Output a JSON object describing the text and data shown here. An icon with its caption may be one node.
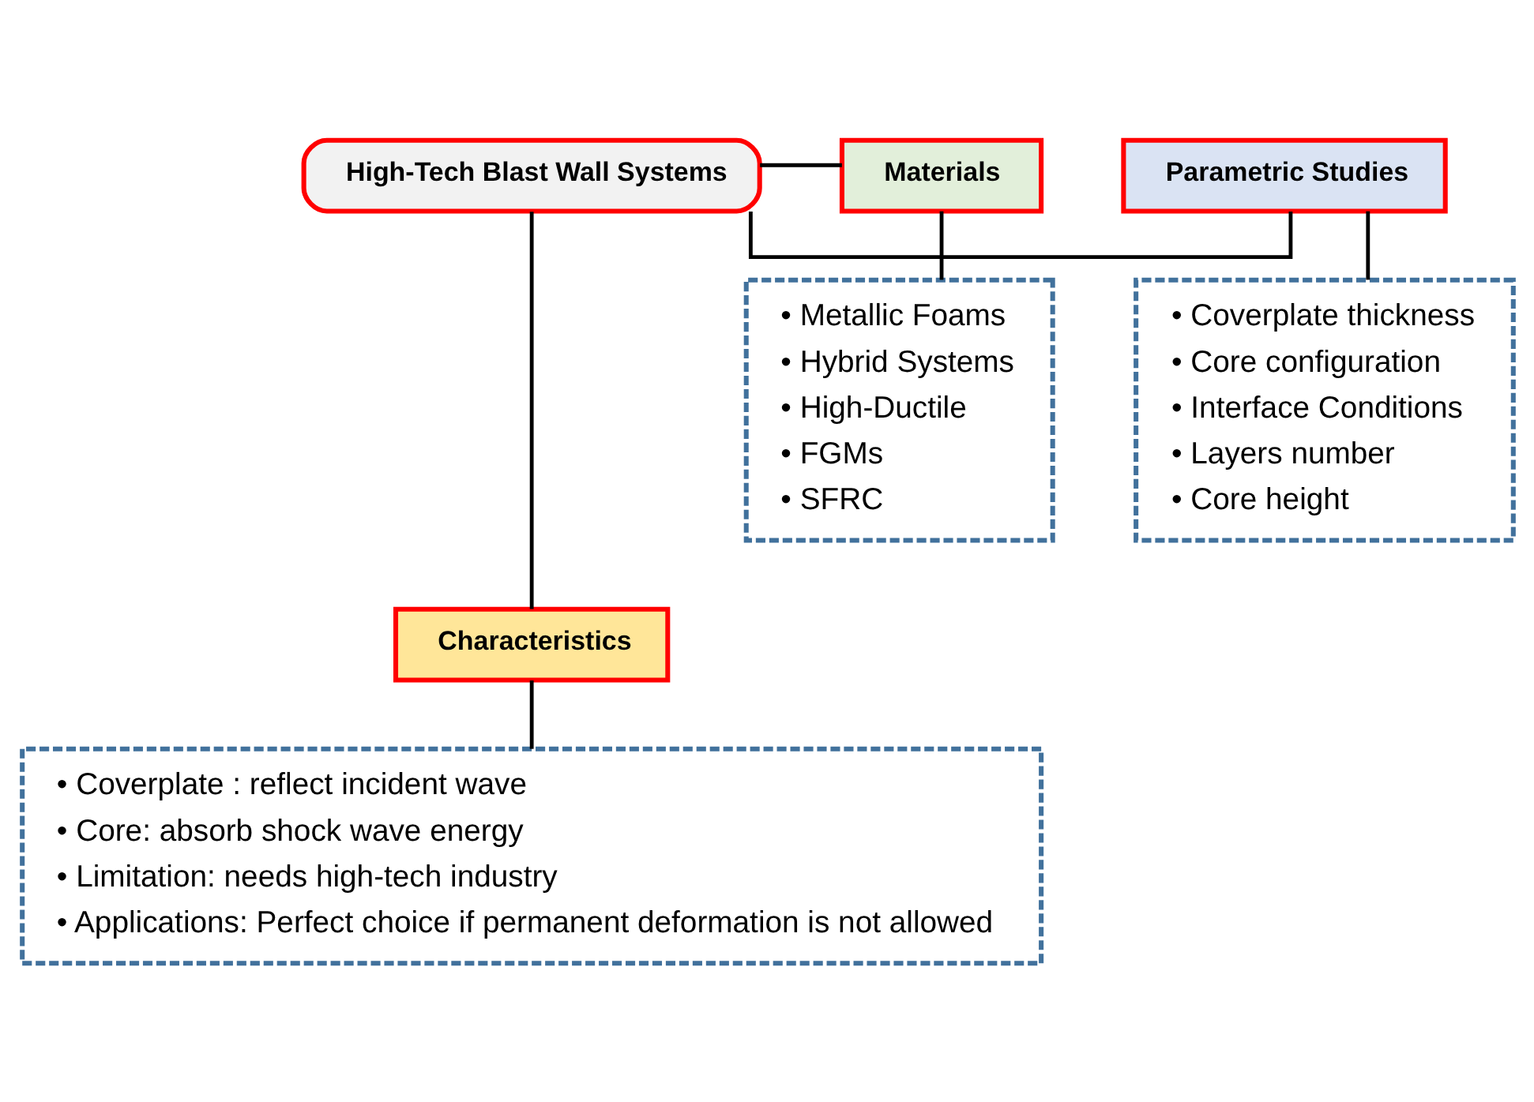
{
  "diagram": {
    "nodes": [
      {
        "text": [
          "High-Tech Blast Wall Systems"
        ]
      },
      {
        "text": [
          "Materials"
        ]
      },
      {
        "text": [
          "Parametric Studies"
        ]
      },
      {
        "text": [
          "Characteristics"
        ]
      },
      {
        "text": [
          "• Metallic Foams",
          "• Hybrid Systems",
          "• High-Ductile",
          "• FGMs",
          "• SFRC"
        ]
      },
      {
        "text": [
          "• Coverplate thickness",
          "• Core configuration",
          "• Interface Conditions",
          "• Layers number",
          "• Core height"
        ]
      },
      {
        "text": [
          "• Coverplate : reflect incident wave",
          "• Core: absorb shock wave energy",
          "• Limitation: needs high-tech industry",
          "• Applications: Perfect choice if permanent deformation is not allowed"
        ]
      }
    ],
    "edges": [
      {
        "from": 0,
        "to": 1,
        "arrow": "none"
      },
      {
        "from": 0,
        "to": 2,
        "arrow": "none"
      },
      {
        "from": 0,
        "to": 3,
        "arrow": "none"
      },
      {
        "from": 1,
        "to": 4,
        "arrow": "none"
      },
      {
        "from": 2,
        "to": 5,
        "arrow": "none"
      },
      {
        "from": 3,
        "to": 6,
        "arrow": "none"
      }
    ]
  }
}
